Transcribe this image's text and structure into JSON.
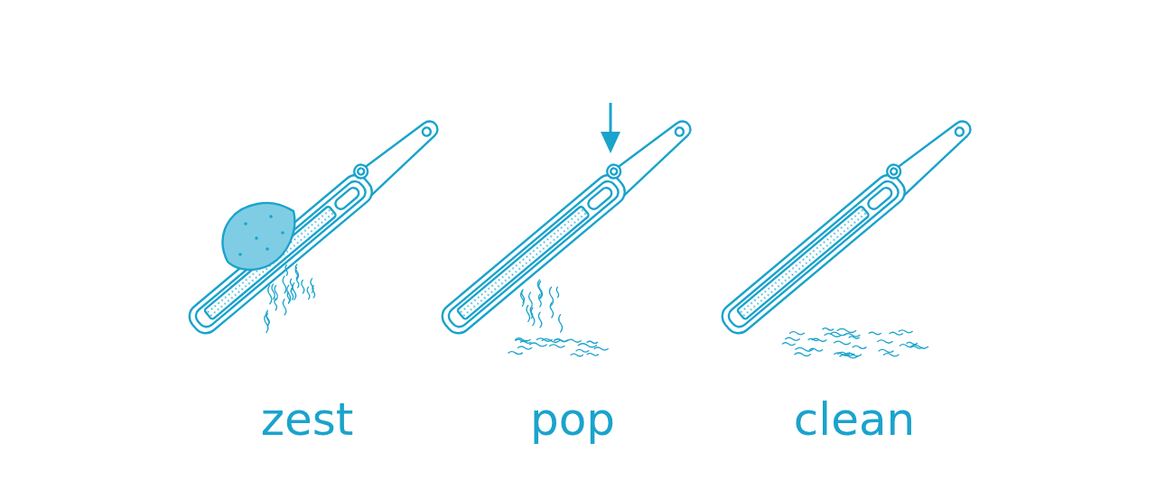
{
  "diagram": {
    "labels": [
      "zest",
      "pop",
      "clean"
    ]
  }
}
